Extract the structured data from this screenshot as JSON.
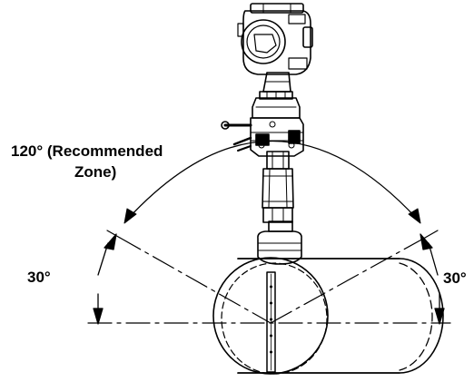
{
  "labels": {
    "zone_line1": "120° (Recommended",
    "zone_line2": "Zone)",
    "left_angle": "30°",
    "right_angle": "30°"
  },
  "colors": {
    "ink": "#000000",
    "background": "#ffffff"
  }
}
